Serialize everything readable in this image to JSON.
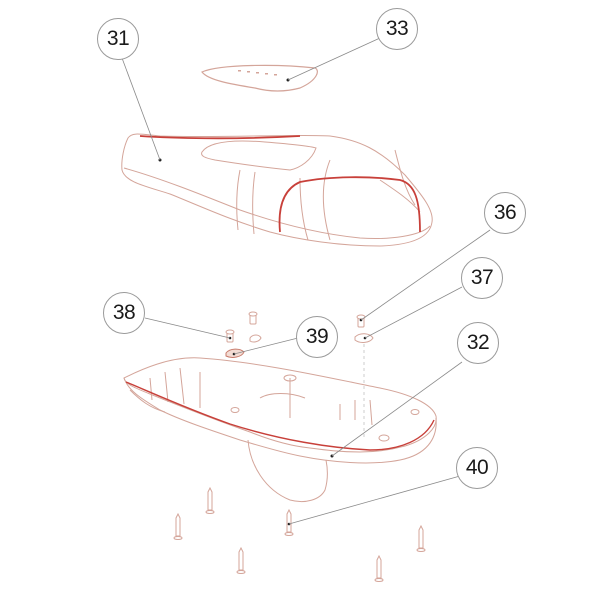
{
  "diagram": {
    "type": "exploded-parts-view",
    "colors": {
      "part_outline": "#d4a59a",
      "accent_line": "#c8403a",
      "leader_line": "#8a8a8a",
      "callout_border": "#9a9a9a",
      "callout_text": "#1a1a1a"
    },
    "callouts": [
      {
        "id": "31",
        "label": "31",
        "part": "upper-shell-cover"
      },
      {
        "id": "33",
        "label": "33",
        "part": "top-button-panel"
      },
      {
        "id": "36",
        "label": "36",
        "part": "screw"
      },
      {
        "id": "37",
        "label": "37",
        "part": "clip"
      },
      {
        "id": "38",
        "label": "38",
        "part": "screw"
      },
      {
        "id": "39",
        "label": "39",
        "part": "clip"
      },
      {
        "id": "32",
        "label": "32",
        "part": "lower-housing"
      },
      {
        "id": "40",
        "label": "40",
        "part": "long-screws"
      }
    ]
  }
}
